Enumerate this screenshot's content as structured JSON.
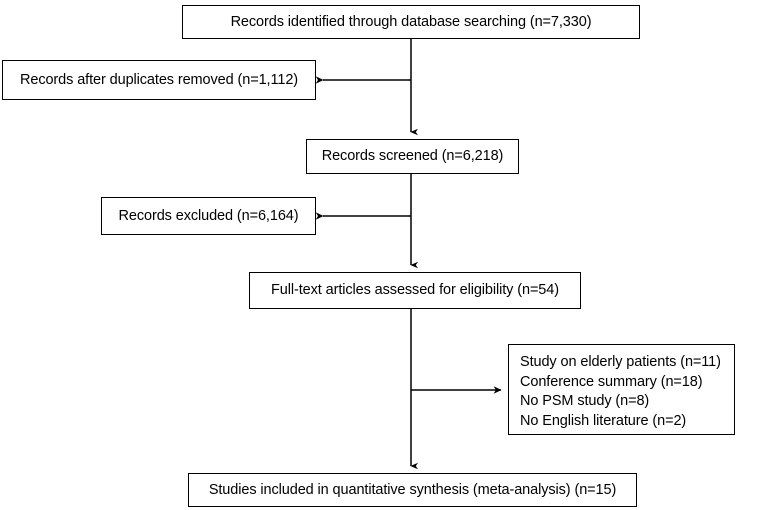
{
  "diagram": {
    "title": "PRISMA study selection flow diagram",
    "stroke_color": "#000000",
    "background_color": "#ffffff",
    "nodes": {
      "identified": {
        "label": "Records identified through database searching (n=7,330)",
        "count": 7330
      },
      "after_duplicates": {
        "label": "Records after duplicates removed (n=1,112)",
        "count": 1112
      },
      "screened": {
        "label": "Records screened (n=6,218)",
        "count": 6218
      },
      "excluded": {
        "label": "Records excluded (n=6,164)",
        "count": 6164
      },
      "fulltext": {
        "label": "Full-text articles assessed for eligibility (n=54)",
        "count": 54
      },
      "included": {
        "label": "Studies included in quantitative synthesis (meta-analysis) (n=15)",
        "count": 15
      }
    },
    "exclusion_reasons": [
      {
        "label": "Study on elderly patients (n=11)",
        "count": 11
      },
      {
        "label": "Conference summary (n=18)",
        "count": 18
      },
      {
        "label": "No PSM study (n=8)",
        "count": 8
      },
      {
        "label": "No English literature (n=2)",
        "count": 2
      }
    ]
  }
}
